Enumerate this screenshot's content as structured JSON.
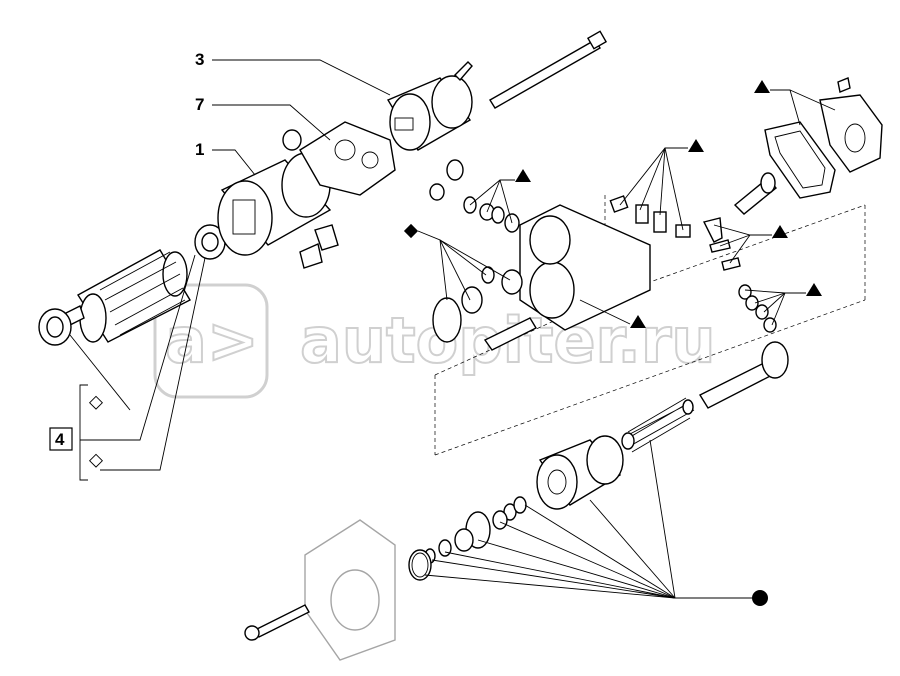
{
  "watermark": {
    "text": "autopiter.ru",
    "logo": "a>"
  },
  "callouts": [
    {
      "id": "3",
      "label": "3"
    },
    {
      "id": "7",
      "label": "7"
    },
    {
      "id": "1",
      "label": "1"
    },
    {
      "id": "4",
      "label": "4"
    }
  ],
  "legend_symbols": [
    {
      "name": "triangle-symbol",
      "shape": "triangle"
    },
    {
      "name": "diamond-symbol",
      "shape": "diamond"
    },
    {
      "name": "circle-symbol",
      "shape": "circle"
    }
  ],
  "colors": {
    "line": "#000000",
    "background": "#ffffff",
    "watermark": "#d0d0d0"
  }
}
